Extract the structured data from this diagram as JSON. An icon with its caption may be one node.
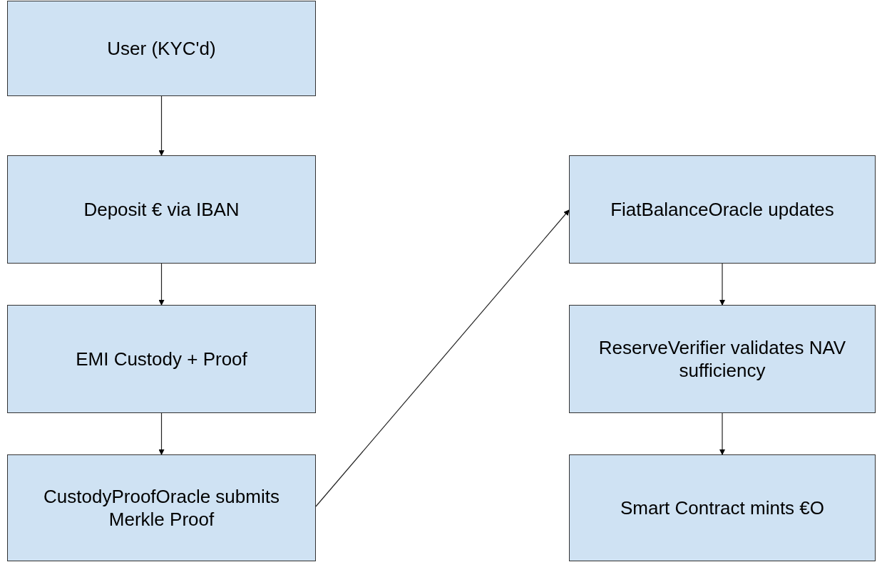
{
  "diagram": {
    "nodes": [
      {
        "text": [
          "User (KYC'd)"
        ]
      },
      {
        "text": [
          "Deposit € via IBAN"
        ]
      },
      {
        "text": [
          "EMI Custody + Proof"
        ]
      },
      {
        "text": [
          "CustodyProofOracle submits Merkle Proof"
        ]
      },
      {
        "text": [
          "FiatBalanceOracle updates"
        ]
      },
      {
        "text": [
          "ReserveVerifier validates NAV sufficiency"
        ]
      },
      {
        "text": [
          "Smart Contract mints €O"
        ]
      }
    ],
    "edges": [
      {
        "from": 0,
        "to": 1,
        "arrow": "to"
      },
      {
        "from": 1,
        "to": 2,
        "arrow": "to"
      },
      {
        "from": 2,
        "to": 3,
        "arrow": "to"
      },
      {
        "from": 3,
        "to": 4,
        "arrow": "to"
      },
      {
        "from": 4,
        "to": 5,
        "arrow": "to"
      },
      {
        "from": 5,
        "to": 6,
        "arrow": "to"
      }
    ]
  }
}
